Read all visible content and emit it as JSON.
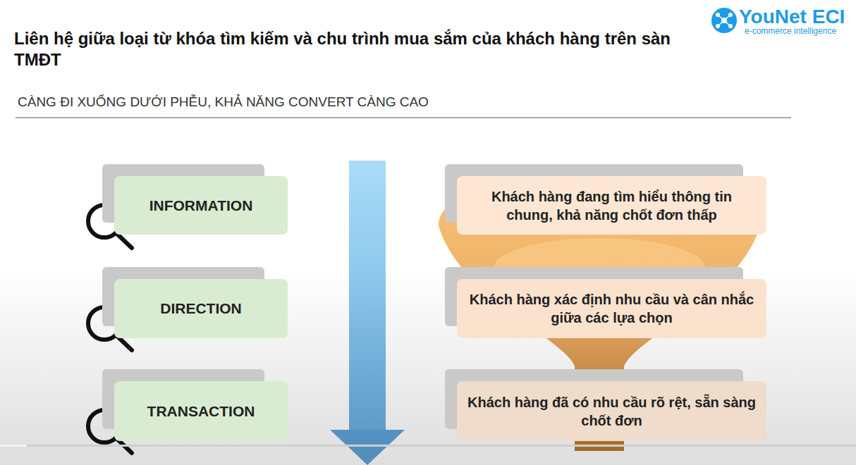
{
  "diagram": {
    "title": "Liên hệ giữa loại từ khóa tìm kiếm và chu trình mua sắm của khách hàng trên sàn TMĐT",
    "nodes": [
      {
        "text": [
          "INFORMATION"
        ]
      },
      {
        "text": [
          "Khách hàng đang tìm hiểu thông tin chung, khả năng chốt đơn thấp"
        ]
      },
      {
        "text": [
          "DIRECTION"
        ]
      },
      {
        "text": [
          "Khách hàng xác định nhu cầu và cân nhắc giữa các lựa chọn"
        ]
      },
      {
        "text": [
          "TRANSACTION"
        ]
      },
      {
        "text": [
          "Khách hàng đã có nhu cầu rõ rệt, sẵn sàng chốt đơn"
        ]
      }
    ],
    "labels": [
      "YouNet ECI",
      "e-commerce intelligence",
      "CÀNG ĐI XUỐNG DƯỚI PHỄU, KHẢ NĂNG CONVERT CÀNG CAO"
    ]
  }
}
